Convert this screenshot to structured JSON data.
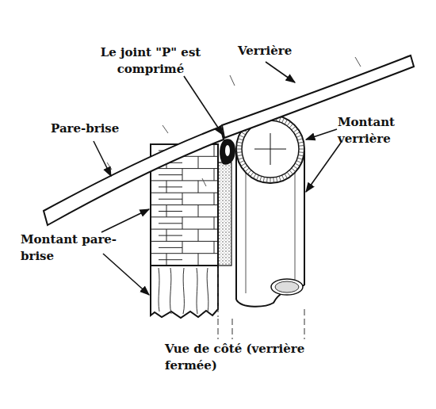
{
  "diagram": {
    "caption": "Vue de côté (verrière fermée)",
    "labels": [
      "Le joint \"P\" est comprimé",
      "Verrière",
      "Pare-brise",
      "Montant verrière",
      "Montant pare-brise"
    ]
  }
}
